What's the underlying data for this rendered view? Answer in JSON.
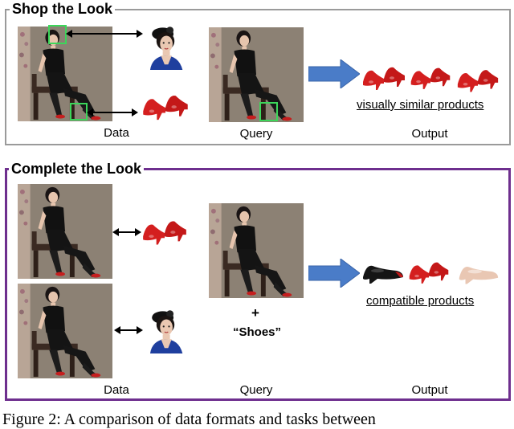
{
  "shop": {
    "title": "Shop the Look",
    "data_label": "Data",
    "query_label": "Query",
    "output_label": "Output",
    "result_label": "visually similar products"
  },
  "complete": {
    "title": "Complete the Look",
    "data_label": "Data",
    "query_label": "Query",
    "output_label": "Output",
    "result_label": "compatible products",
    "query_plus": "+",
    "query_category": "“Shoes”"
  },
  "caption": "Figure 2: A comparison of data formats and tasks between",
  "colors": {
    "shop_border": "#9a9a9a",
    "complete_border": "#6e2f8e",
    "highlight_box": "#3cd65a",
    "arrow_fill": "#4a7cc8",
    "shoe_red": "#d41f1f",
    "shoe_black": "#151515",
    "shoe_nude": "#e9c7b3",
    "wall": "#9c8f80"
  }
}
